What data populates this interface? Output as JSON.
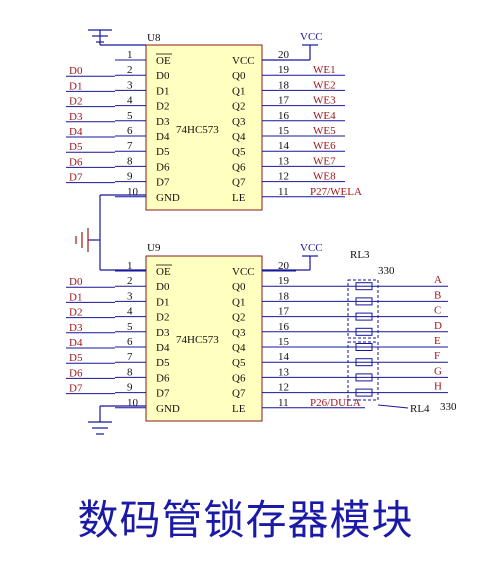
{
  "caption": "数码管锁存器模块",
  "colors": {
    "wire": "#16169c",
    "net_label": "#a0181a",
    "chip_fill": "#ffffc0",
    "pin_text": "#111111",
    "caption": "#1a1aa6"
  },
  "u8": {
    "ref": "U8",
    "part": "74HC573",
    "left_pins": [
      {
        "num": "1",
        "name": "OE",
        "net": ""
      },
      {
        "num": "2",
        "name": "D0",
        "net": "D0"
      },
      {
        "num": "3",
        "name": "D1",
        "net": "D1"
      },
      {
        "num": "4",
        "name": "D2",
        "net": "D2"
      },
      {
        "num": "5",
        "name": "D3",
        "net": "D3"
      },
      {
        "num": "6",
        "name": "D4",
        "net": "D4"
      },
      {
        "num": "7",
        "name": "D5",
        "net": "D5"
      },
      {
        "num": "8",
        "name": "D6",
        "net": "D6"
      },
      {
        "num": "9",
        "name": "D7",
        "net": "D7"
      },
      {
        "num": "10",
        "name": "GND",
        "net": ""
      }
    ],
    "right_pins": [
      {
        "num": "20",
        "name": "VCC",
        "net": "VCC"
      },
      {
        "num": "19",
        "name": "Q0",
        "net": "WE1"
      },
      {
        "num": "18",
        "name": "Q1",
        "net": "WE2"
      },
      {
        "num": "17",
        "name": "Q2",
        "net": "WE3"
      },
      {
        "num": "16",
        "name": "Q3",
        "net": "WE4"
      },
      {
        "num": "15",
        "name": "Q4",
        "net": "WE5"
      },
      {
        "num": "14",
        "name": "Q5",
        "net": "WE6"
      },
      {
        "num": "13",
        "name": "Q6",
        "net": "WE7"
      },
      {
        "num": "12",
        "name": "Q7",
        "net": "WE8"
      },
      {
        "num": "11",
        "name": "LE",
        "net": "P27/WELA"
      }
    ]
  },
  "u9": {
    "ref": "U9",
    "part": "74HC573",
    "left_pins": [
      {
        "num": "1",
        "name": "OE",
        "net": ""
      },
      {
        "num": "2",
        "name": "D0",
        "net": "D0"
      },
      {
        "num": "3",
        "name": "D1",
        "net": "D1"
      },
      {
        "num": "4",
        "name": "D2",
        "net": "D2"
      },
      {
        "num": "5",
        "name": "D3",
        "net": "D3"
      },
      {
        "num": "6",
        "name": "D4",
        "net": "D4"
      },
      {
        "num": "7",
        "name": "D5",
        "net": "D5"
      },
      {
        "num": "8",
        "name": "D6",
        "net": "D6"
      },
      {
        "num": "9",
        "name": "D7",
        "net": "D7"
      },
      {
        "num": "10",
        "name": "GND",
        "net": ""
      }
    ],
    "right_pins": [
      {
        "num": "20",
        "name": "VCC",
        "net": "VCC"
      },
      {
        "num": "19",
        "name": "Q0",
        "net": "A"
      },
      {
        "num": "18",
        "name": "Q1",
        "net": "B"
      },
      {
        "num": "17",
        "name": "Q2",
        "net": "C"
      },
      {
        "num": "16",
        "name": "Q3",
        "net": "D"
      },
      {
        "num": "15",
        "name": "Q4",
        "net": "E"
      },
      {
        "num": "14",
        "name": "Q5",
        "net": "F"
      },
      {
        "num": "13",
        "name": "Q6",
        "net": "G"
      },
      {
        "num": "12",
        "name": "Q7",
        "net": "H"
      },
      {
        "num": "11",
        "name": "LE",
        "net": "P26/DULA"
      }
    ]
  },
  "rl3": {
    "ref": "RL3",
    "value": "330"
  },
  "rl4": {
    "ref": "RL4",
    "value": "330"
  }
}
